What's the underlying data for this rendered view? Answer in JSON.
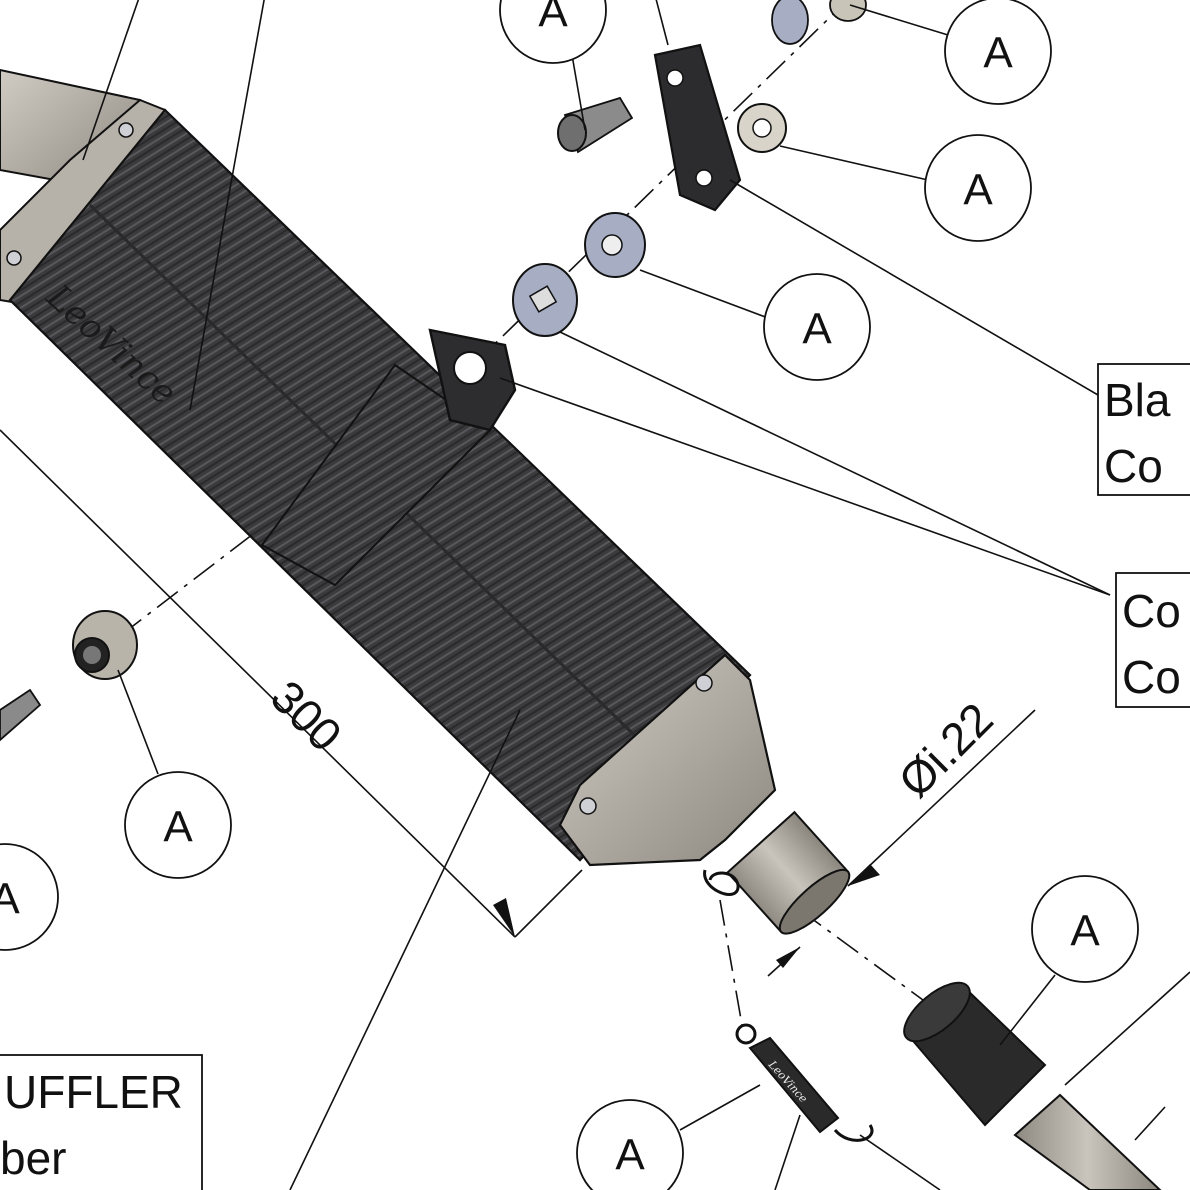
{
  "drawing": {
    "callout_letter": "A",
    "dimensions": {
      "length": "300",
      "inner_diameter": "Øi.22"
    },
    "labels": {
      "muffler_box": [
        "UFFLER",
        "ber"
      ],
      "black_box": [
        "Bla",
        "Co"
      ],
      "carbon_box": [
        "Co",
        "Co"
      ]
    },
    "brand_text": "LeoVince",
    "spring_brand_text": "LeoVince"
  },
  "colors": {
    "carbon": "#3a3a3c",
    "endcap": "#b3aea5",
    "washer": "#a7aec4",
    "black_part": "#2a2a2a",
    "line": "#111111"
  }
}
